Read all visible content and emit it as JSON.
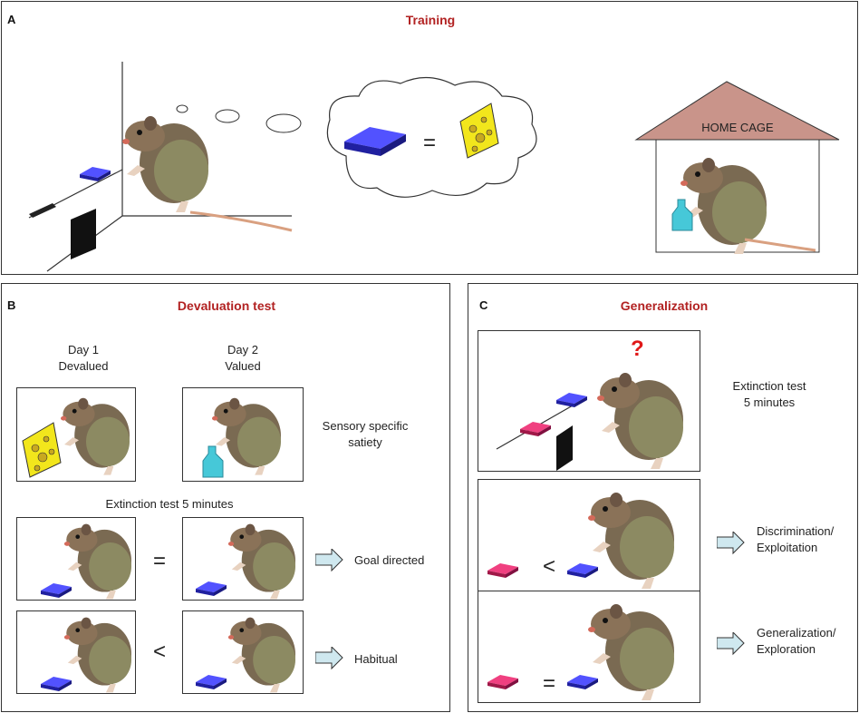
{
  "panel_a": {
    "label": "A",
    "title": "Training",
    "equals": "=",
    "home_cage": "HOME CAGE"
  },
  "panel_b": {
    "label": "B",
    "title": "Devaluation test",
    "day1_line1": "Day 1",
    "day1_line2": "Devalued",
    "day2_line1": "Day 2",
    "day2_line2": "Valued",
    "satiety_line1": "Sensory specific",
    "satiety_line2": "satiety",
    "extinction": "Extinction test 5 minutes",
    "row1_symbol": "=",
    "row1_result": "Goal directed",
    "row2_symbol": "<",
    "row2_result": "Habitual"
  },
  "panel_c": {
    "label": "C",
    "title": "Generalization",
    "question": "?",
    "ext_line1": "Extinction test",
    "ext_line2": "5 minutes",
    "row1_symbol": "<",
    "row1_result_line1": "Discrimination/",
    "row1_result_line2": "Exploitation",
    "row2_symbol": "=",
    "row2_result_line1": "Generalization/",
    "row2_result_line2": "Exploration"
  },
  "colors": {
    "title_red": "#b22222",
    "lever_blue": "#3a3ae0",
    "lever_pink": "#e0306a",
    "cheese_yellow": "#f2e61c",
    "water_cyan": "#46c8d8",
    "roof_brown": "#c9948a",
    "arrow_fill": "#cfe8ef"
  }
}
